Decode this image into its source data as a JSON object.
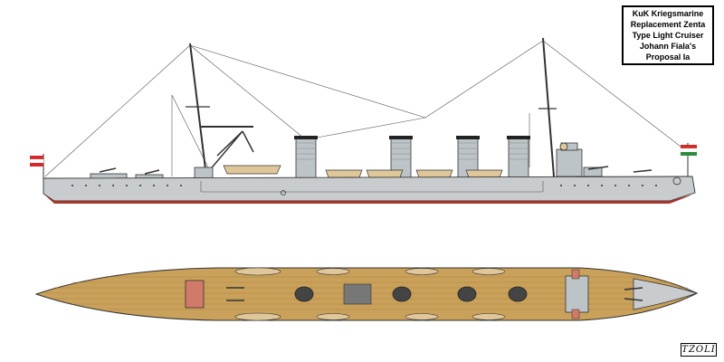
{
  "title_box": {
    "lines": [
      "KuK Kriegsmarine",
      "Replacement Zenta",
      "Type Light Cruiser",
      "Johann Fiala's",
      "Proposal Ia"
    ]
  },
  "signature": "TZOLI",
  "colors": {
    "hull": "#c9ccce",
    "boot_topping": "#a8342c",
    "deck_wood": "#c9a15a",
    "funnel_grey": "#bcc4c8",
    "boat_tan": "#e0c79a",
    "flag_red": "#d22a2a",
    "flag_white": "#ffffff",
    "flag_green": "#2e8b3a"
  },
  "icons": [
    "austro-hungarian-ensign-icon",
    "naval-jack-icon"
  ]
}
